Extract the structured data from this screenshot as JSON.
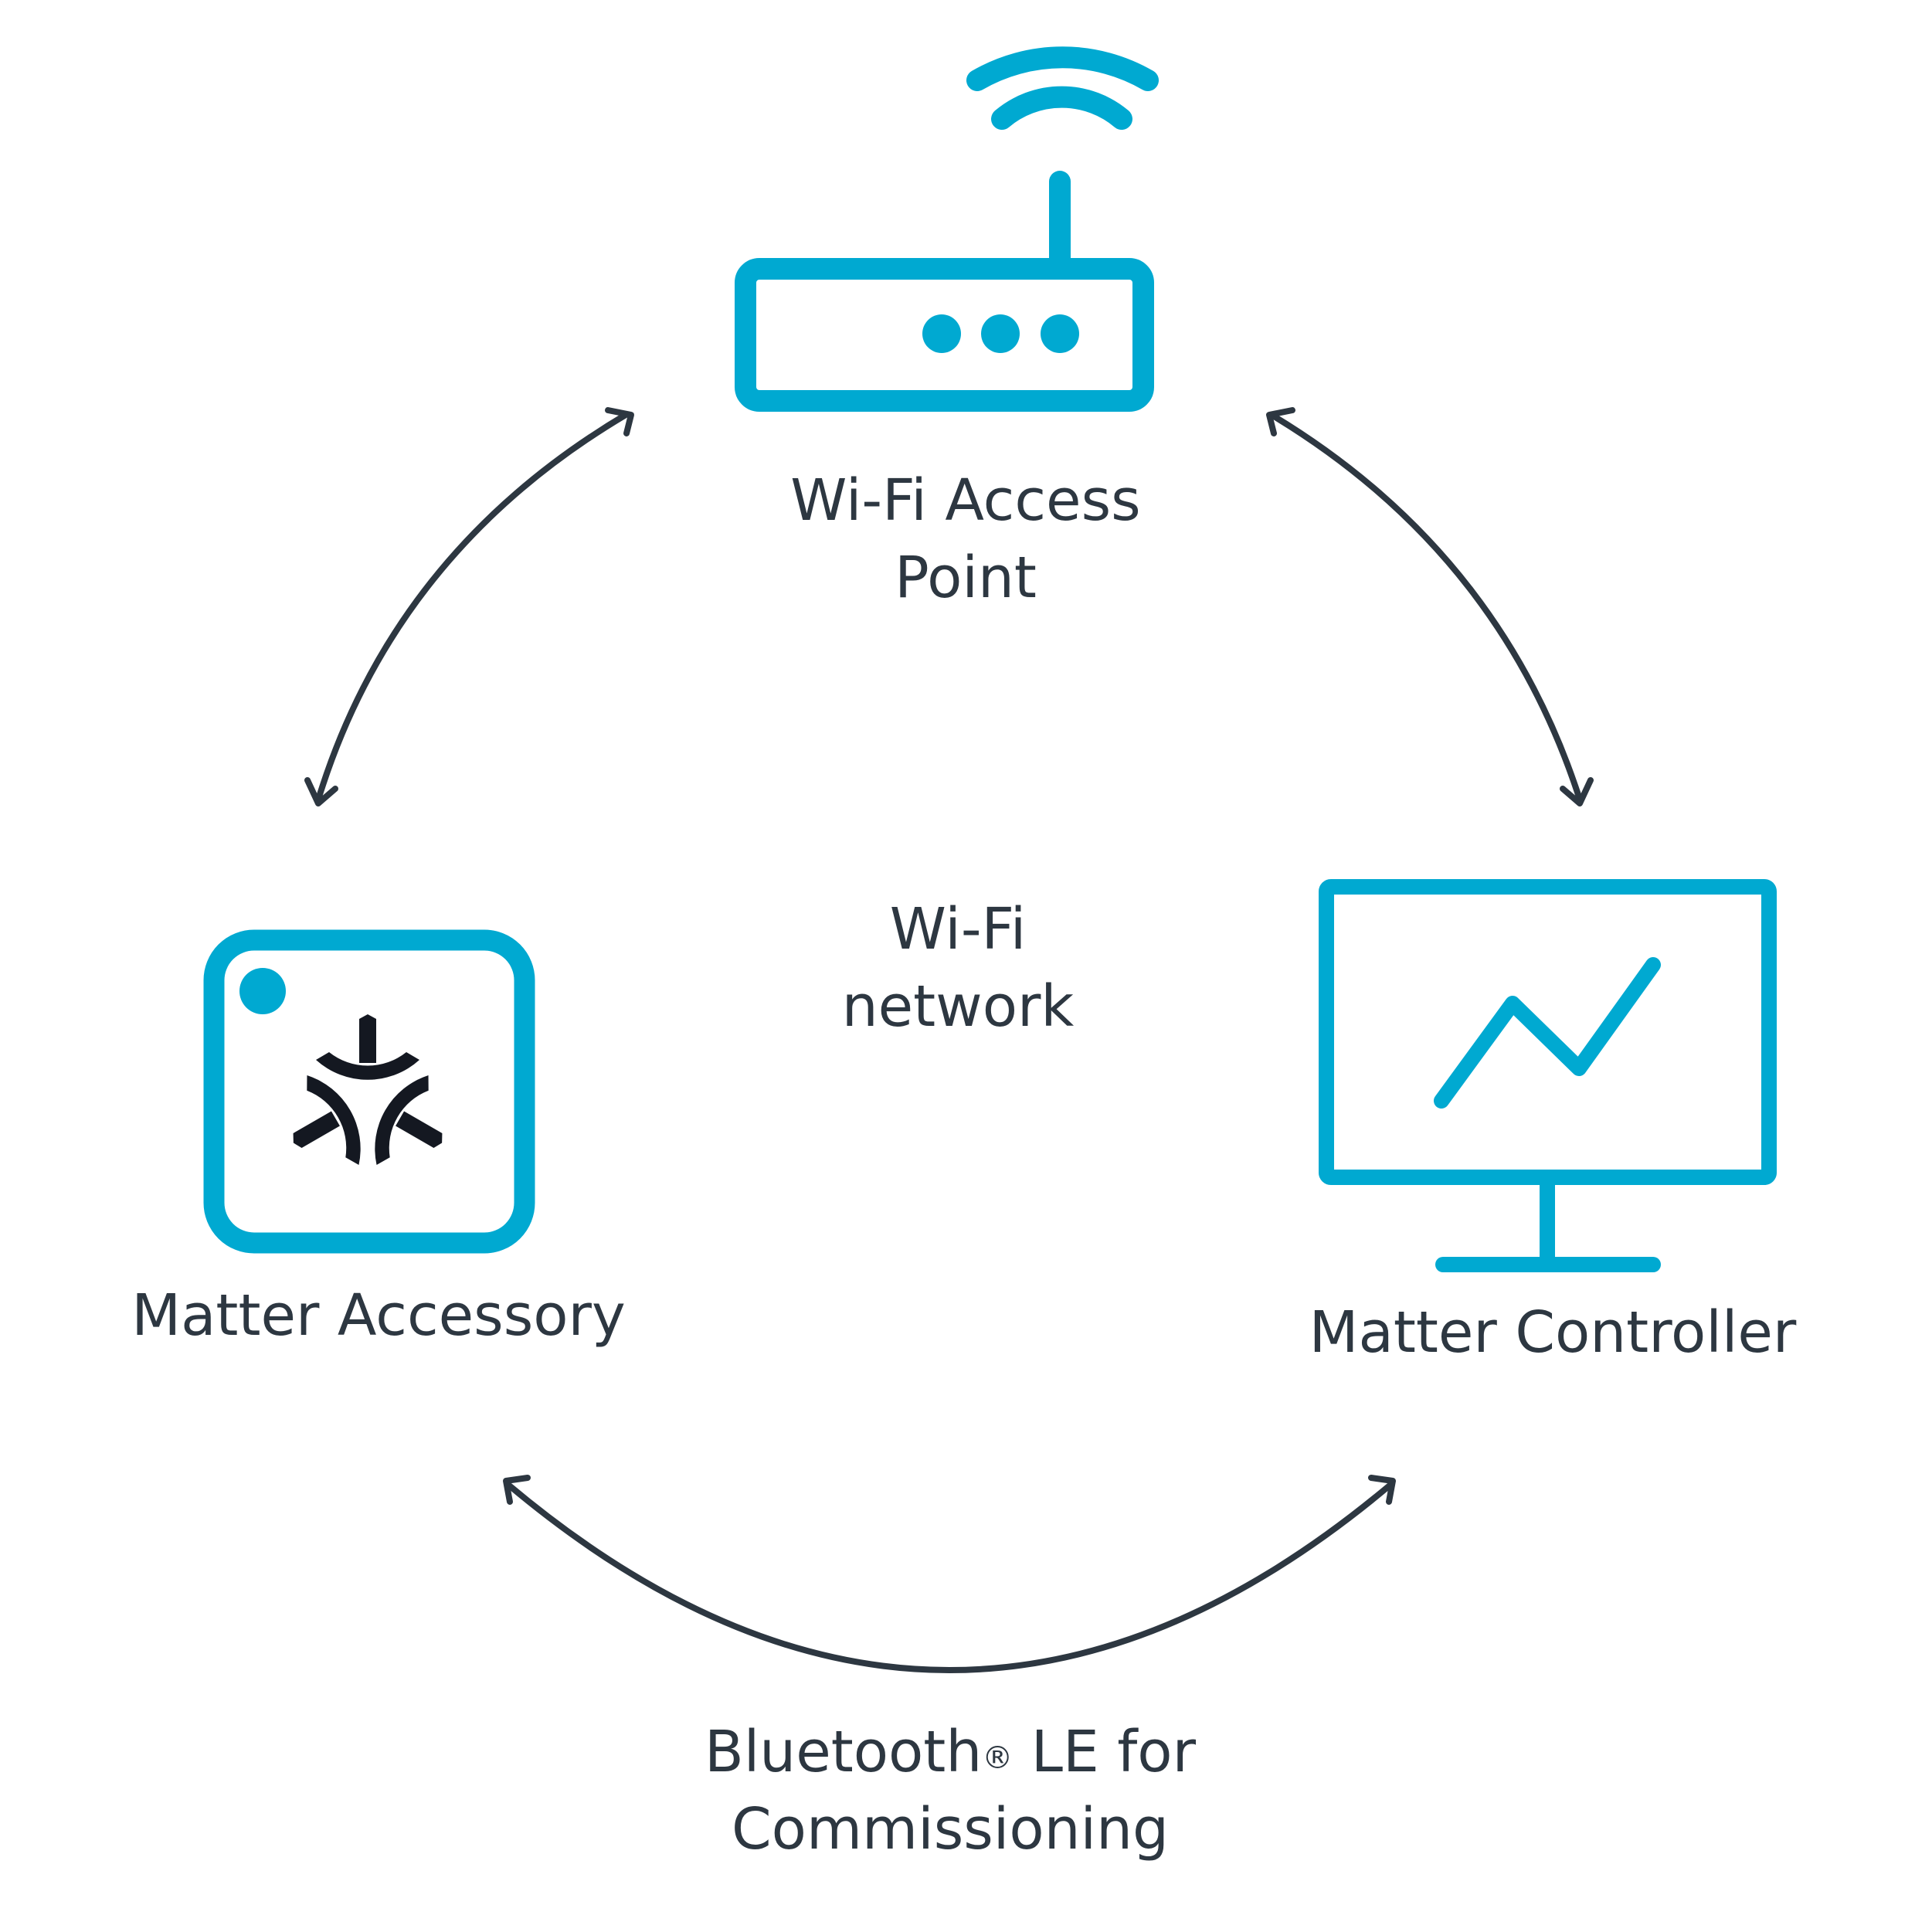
{
  "colors": {
    "accent": "#00a9d1",
    "ink": "#2d3741",
    "logo": "#141821",
    "background": "#ffffff"
  },
  "icons": {
    "access_point": "wifi-router-icon",
    "accessory": "matter-device-icon",
    "controller": "monitor-chart-icon"
  },
  "nodes": {
    "access_point": {
      "label_line1": "Wi-Fi Access",
      "label_line2": "Point"
    },
    "accessory": {
      "label": "Matter Accessory"
    },
    "controller": {
      "label": "Matter Controller"
    }
  },
  "network": {
    "line1": "Wi-Fi",
    "line2": "network"
  },
  "commissioning": {
    "line1": "Bluetooth",
    "registered": "®",
    "line1_rest": " LE for",
    "line2": "Commissioning"
  }
}
